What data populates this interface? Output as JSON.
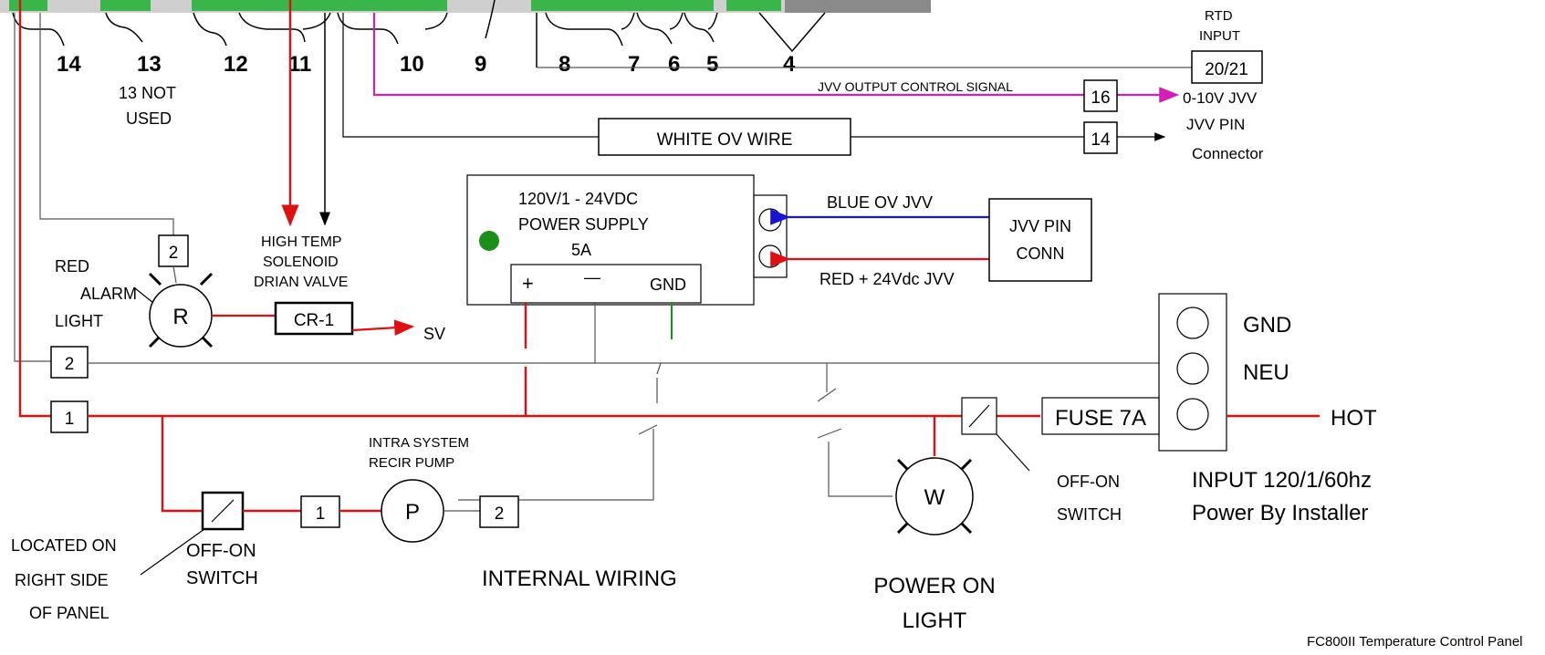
{
  "colors": {
    "red": "#e01010",
    "black": "#000000",
    "gray": "#555555",
    "magenta": "#d21fb6",
    "blue": "#1515d8",
    "green": "#1a8f1a",
    "darkred": "#b05050",
    "connector_green": "#39b54a",
    "panel_gray": "#b8b8b8"
  },
  "connector": {
    "numbers": [
      "14",
      "13",
      "12",
      "11",
      "10",
      "9",
      "8",
      "7",
      "6",
      "5",
      "4"
    ],
    "note_13": [
      "13 NOT",
      "USED"
    ]
  },
  "rtd": {
    "label": [
      "RTD",
      "INPUT"
    ],
    "terminal": "20/21"
  },
  "jvv_output": {
    "signal_label": "JVV OUTPUT CONTROL SIGNAL",
    "terminal": "16",
    "target": "0-10V JVV"
  },
  "white_wire": {
    "label": "WHITE OV WIRE",
    "terminal": "14",
    "target": [
      "JVV PIN",
      "Connector"
    ]
  },
  "power_supply": {
    "title": [
      "120V/1 -  24VDC",
      "POWER SUPPLY",
      "5A"
    ],
    "plus": "+",
    "minus": "—",
    "gnd": "GND"
  },
  "jvv_conn": {
    "label": [
      "JVV PIN",
      "CONN"
    ],
    "blue_wire": "BLUE OV JVV",
    "red_wire": "RED + 24Vdc JVV"
  },
  "solenoid": {
    "label": [
      "HIGH TEMP",
      "SOLENOID",
      "DRIAN VALVE"
    ],
    "relay": "CR-1",
    "output": "SV"
  },
  "alarm": {
    "label": [
      "RED",
      "ALARM",
      "LIGHT"
    ],
    "letter": "R",
    "terminal": "2"
  },
  "bus": {
    "terminal_2": "2",
    "terminal_1": "1"
  },
  "power_input": {
    "gnd": "GND",
    "neu": "NEU",
    "fuse": "FUSE 7A",
    "hot": "HOT",
    "switch": [
      "OFF-ON",
      "SWITCH"
    ],
    "input_label": [
      "INPUT 120/1/60hz",
      "Power By Installer"
    ]
  },
  "pump": {
    "label": [
      "INTRA SYSTEM",
      "RECIR PUMP"
    ],
    "letter": "P",
    "terminal_1": "1",
    "terminal_2": "2"
  },
  "pump_switch": {
    "label": [
      "OFF-ON",
      "SWITCH"
    ],
    "location": [
      "LOCATED ON",
      "RIGHT SIDE",
      "OF PANEL"
    ]
  },
  "power_light": {
    "letter": "W",
    "label": [
      "POWER ON",
      "LIGHT"
    ]
  },
  "footer": {
    "internal": "INTERNAL WIRING",
    "title": "FC800II Temperature Control Panel"
  }
}
